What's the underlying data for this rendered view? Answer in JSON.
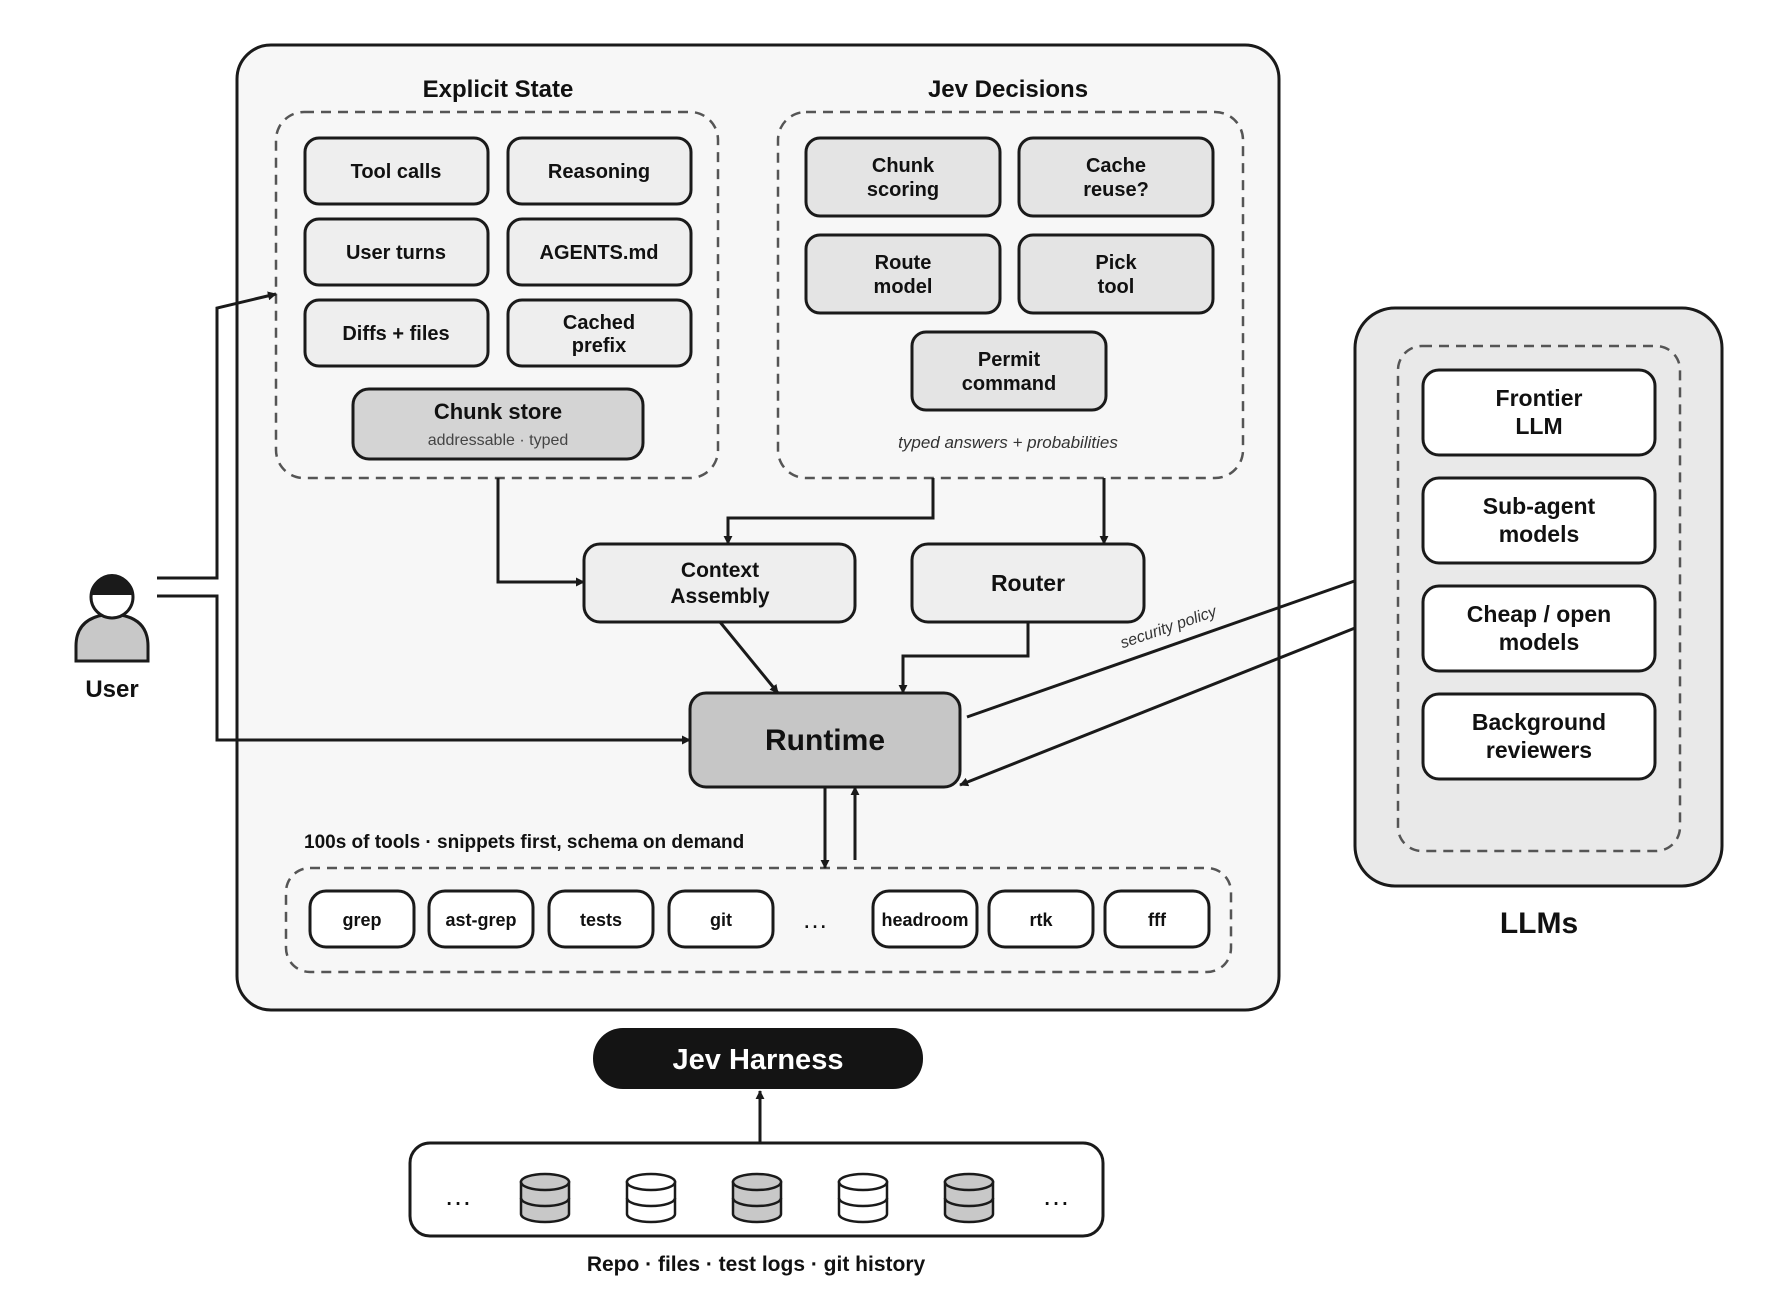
{
  "harness": {
    "badge": "Jev Harness",
    "explicit_state": {
      "title": "Explicit State",
      "items": [
        "Tool calls",
        "Reasoning",
        "User turns",
        "AGENTS.md",
        "Diffs + files",
        [
          "Cached",
          "prefix"
        ]
      ],
      "chunk_store": {
        "label": "Chunk store",
        "sub": "addressable · typed"
      }
    },
    "decisions": {
      "title": "Jev Decisions",
      "items": [
        [
          "Chunk",
          "scoring"
        ],
        [
          "Cache",
          "reuse?"
        ],
        [
          "Route",
          "model"
        ],
        [
          "Pick",
          "tool"
        ],
        [
          "Permit",
          "command"
        ]
      ],
      "note": "typed answers + probabilities"
    },
    "context_assembly": [
      "Context",
      "Assembly"
    ],
    "router": "Router",
    "runtime": "Runtime",
    "security_label": "security policy",
    "tools": {
      "caption": "100s of tools · snippets first, schema on demand",
      "items": [
        "grep",
        "ast-grep",
        "tests",
        "git",
        "headroom",
        "rtk",
        "fff"
      ],
      "ellipsis": "…"
    }
  },
  "user": {
    "label": "User"
  },
  "llms": {
    "title": "LLMs",
    "items": [
      [
        "Frontier",
        "LLM"
      ],
      [
        "Sub-agent",
        "models"
      ],
      [
        "Cheap / open",
        "models"
      ],
      [
        "Background",
        "reviewers"
      ]
    ]
  },
  "repo": {
    "caption": "Repo · files · test logs · git history",
    "ellipsis": "…",
    "db_shades": [
      "gray",
      "white",
      "gray",
      "white",
      "gray"
    ]
  },
  "colors": {
    "stroke": "#1a1a1a",
    "box": "#eeeeee",
    "box_dark": "#d4d4d4",
    "panel": "#f7f7f7",
    "llm_panel": "#e9e9e9",
    "badge": "#141414"
  }
}
